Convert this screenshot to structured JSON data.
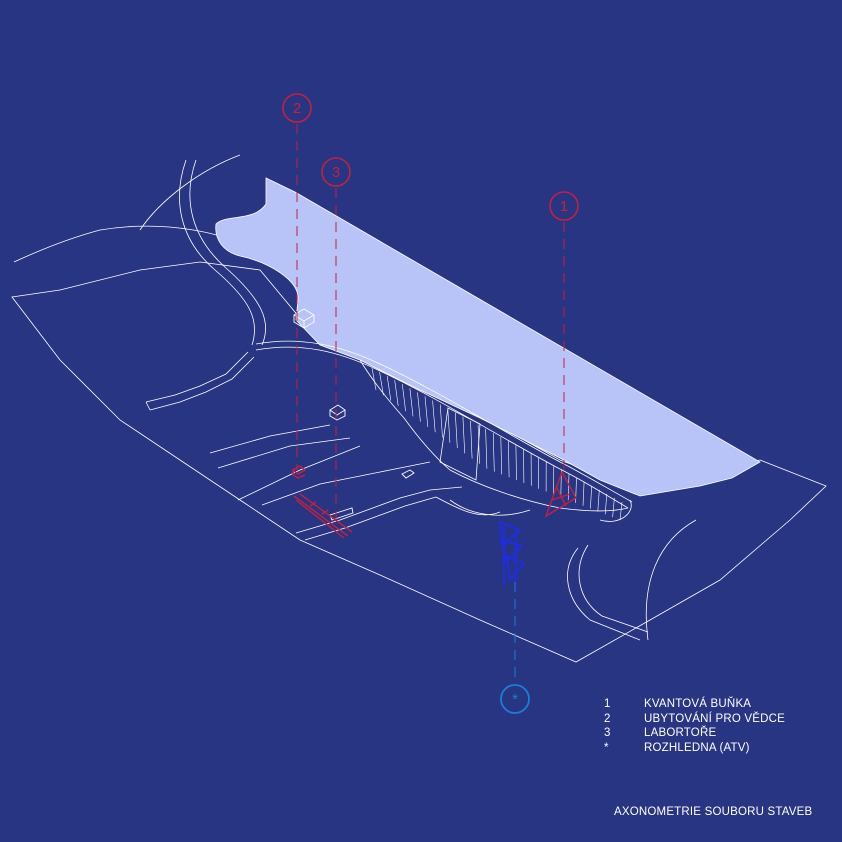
{
  "colors": {
    "background": "#283582",
    "line": "#ffffff",
    "reservoir": "#b8c3f7",
    "marker_red": "#c4203f",
    "marker_blue": "#1a7fd6",
    "tower_blue": "#1f2bf0"
  },
  "markers": [
    {
      "label": "1",
      "color": "marker_red"
    },
    {
      "label": "2",
      "color": "marker_red"
    },
    {
      "label": "3",
      "color": "marker_red"
    },
    {
      "label": "*",
      "color": "marker_blue"
    }
  ],
  "legend": [
    {
      "key": "1",
      "text": "KVANTOVÁ BUŇKA"
    },
    {
      "key": "2",
      "text": "UBYTOVÁNÍ PRO VĚDCE"
    },
    {
      "key": "3",
      "text": "LABORTOŘE"
    },
    {
      "key": "*",
      "text": "ROZHLEDNA (ATV)"
    }
  ],
  "caption": "AXONOMETRIE SOUBORU STAVEB"
}
